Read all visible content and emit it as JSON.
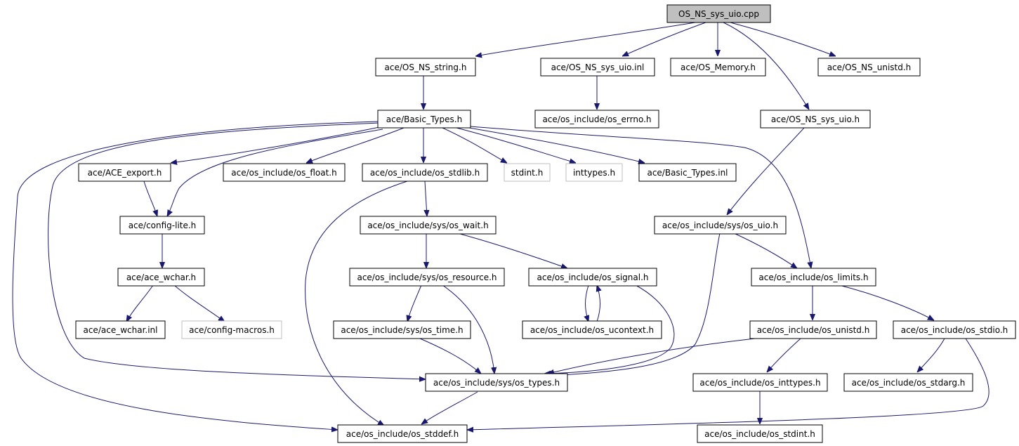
{
  "graph": {
    "title": "OS_NS_sys_uio.cpp",
    "edge_color": "#191970",
    "root_fill": "#bfbfbf",
    "external_border": "#bfbfbf",
    "nodes": [
      {
        "id": "root",
        "label": "OS_NS_sys_uio.cpp",
        "kind": "root"
      },
      {
        "id": "os_ns_string_h",
        "label": "ace/OS_NS_string.h",
        "kind": "file"
      },
      {
        "id": "os_ns_sys_uio_inl",
        "label": "ace/OS_NS_sys_uio.inl",
        "kind": "file"
      },
      {
        "id": "os_memory_h",
        "label": "ace/OS_Memory.h",
        "kind": "file"
      },
      {
        "id": "os_ns_unistd_h",
        "label": "ace/OS_NS_unistd.h",
        "kind": "file"
      },
      {
        "id": "basic_types_h",
        "label": "ace/Basic_Types.h",
        "kind": "file"
      },
      {
        "id": "os_errno_h",
        "label": "ace/os_include/os_errno.h",
        "kind": "file"
      },
      {
        "id": "os_ns_sys_uio_h",
        "label": "ace/OS_NS_sys_uio.h",
        "kind": "file"
      },
      {
        "id": "ace_export_h",
        "label": "ace/ACE_export.h",
        "kind": "file"
      },
      {
        "id": "os_float_h",
        "label": "ace/os_include/os_float.h",
        "kind": "file"
      },
      {
        "id": "os_stdlib_h",
        "label": "ace/os_include/os_stdlib.h",
        "kind": "file"
      },
      {
        "id": "stdint_h",
        "label": "stdint.h",
        "kind": "external"
      },
      {
        "id": "inttypes_h",
        "label": "inttypes.h",
        "kind": "external"
      },
      {
        "id": "basic_types_inl",
        "label": "ace/Basic_Types.inl",
        "kind": "file"
      },
      {
        "id": "config_lite_h",
        "label": "ace/config-lite.h",
        "kind": "file"
      },
      {
        "id": "os_wait_h",
        "label": "ace/os_include/sys/os_wait.h",
        "kind": "file"
      },
      {
        "id": "os_uio_h",
        "label": "ace/os_include/sys/os_uio.h",
        "kind": "file"
      },
      {
        "id": "ace_wchar_h",
        "label": "ace/ace_wchar.h",
        "kind": "file"
      },
      {
        "id": "os_resource_h",
        "label": "ace/os_include/sys/os_resource.h",
        "kind": "file"
      },
      {
        "id": "os_signal_h",
        "label": "ace/os_include/os_signal.h",
        "kind": "file"
      },
      {
        "id": "os_limits_h",
        "label": "ace/os_include/os_limits.h",
        "kind": "file"
      },
      {
        "id": "ace_wchar_inl",
        "label": "ace/ace_wchar.inl",
        "kind": "file"
      },
      {
        "id": "config_macros_h",
        "label": "ace/config-macros.h",
        "kind": "external"
      },
      {
        "id": "os_time_h",
        "label": "ace/os_include/sys/os_time.h",
        "kind": "file"
      },
      {
        "id": "os_ucontext_h",
        "label": "ace/os_include/os_ucontext.h",
        "kind": "file"
      },
      {
        "id": "os_unistd_h",
        "label": "ace/os_include/os_unistd.h",
        "kind": "file"
      },
      {
        "id": "os_stdio_h",
        "label": "ace/os_include/os_stdio.h",
        "kind": "file"
      },
      {
        "id": "os_types_h",
        "label": "ace/os_include/sys/os_types.h",
        "kind": "file"
      },
      {
        "id": "os_inttypes_h",
        "label": "ace/os_include/os_inttypes.h",
        "kind": "file"
      },
      {
        "id": "os_stdarg_h",
        "label": "ace/os_include/os_stdarg.h",
        "kind": "file"
      },
      {
        "id": "os_stddef_h",
        "label": "ace/os_include/os_stddef.h",
        "kind": "file"
      },
      {
        "id": "os_stdint_h",
        "label": "ace/os_include/os_stdint.h",
        "kind": "file"
      }
    ],
    "edges": [
      {
        "from": "root",
        "to": "os_ns_string_h"
      },
      {
        "from": "root",
        "to": "os_ns_sys_uio_inl"
      },
      {
        "from": "root",
        "to": "os_memory_h"
      },
      {
        "from": "root",
        "to": "os_ns_unistd_h"
      },
      {
        "from": "root",
        "to": "os_ns_sys_uio_h"
      },
      {
        "from": "os_ns_string_h",
        "to": "basic_types_h"
      },
      {
        "from": "os_ns_sys_uio_inl",
        "to": "os_errno_h"
      },
      {
        "from": "basic_types_h",
        "to": "ace_export_h"
      },
      {
        "from": "basic_types_h",
        "to": "os_float_h"
      },
      {
        "from": "basic_types_h",
        "to": "os_stdlib_h"
      },
      {
        "from": "basic_types_h",
        "to": "stdint_h"
      },
      {
        "from": "basic_types_h",
        "to": "inttypes_h"
      },
      {
        "from": "basic_types_h",
        "to": "basic_types_inl"
      },
      {
        "from": "basic_types_h",
        "to": "config_lite_h"
      },
      {
        "from": "basic_types_h",
        "to": "os_limits_h"
      },
      {
        "from": "basic_types_h",
        "to": "os_types_h"
      },
      {
        "from": "basic_types_h",
        "to": "os_stddef_h"
      },
      {
        "from": "ace_export_h",
        "to": "config_lite_h"
      },
      {
        "from": "config_lite_h",
        "to": "ace_wchar_h"
      },
      {
        "from": "ace_wchar_h",
        "to": "ace_wchar_inl"
      },
      {
        "from": "ace_wchar_h",
        "to": "config_macros_h"
      },
      {
        "from": "os_stdlib_h",
        "to": "os_wait_h"
      },
      {
        "from": "os_stdlib_h",
        "to": "os_stddef_h"
      },
      {
        "from": "os_wait_h",
        "to": "os_resource_h"
      },
      {
        "from": "os_wait_h",
        "to": "os_signal_h"
      },
      {
        "from": "os_resource_h",
        "to": "os_time_h"
      },
      {
        "from": "os_resource_h",
        "to": "os_types_h"
      },
      {
        "from": "os_time_h",
        "to": "os_types_h"
      },
      {
        "from": "os_signal_h",
        "to": "os_ucontext_h"
      },
      {
        "from": "os_ucontext_h",
        "to": "os_signal_h"
      },
      {
        "from": "os_signal_h",
        "to": "os_types_h"
      },
      {
        "from": "os_ns_sys_uio_h",
        "to": "os_uio_h"
      },
      {
        "from": "os_uio_h",
        "to": "os_limits_h"
      },
      {
        "from": "os_uio_h",
        "to": "os_types_h"
      },
      {
        "from": "os_limits_h",
        "to": "os_unistd_h"
      },
      {
        "from": "os_limits_h",
        "to": "os_stdio_h"
      },
      {
        "from": "os_unistd_h",
        "to": "os_types_h"
      },
      {
        "from": "os_unistd_h",
        "to": "os_inttypes_h"
      },
      {
        "from": "os_inttypes_h",
        "to": "os_stdint_h"
      },
      {
        "from": "os_stdio_h",
        "to": "os_stdarg_h"
      },
      {
        "from": "os_stdio_h",
        "to": "os_stddef_h"
      },
      {
        "from": "os_types_h",
        "to": "os_stddef_h"
      }
    ]
  }
}
